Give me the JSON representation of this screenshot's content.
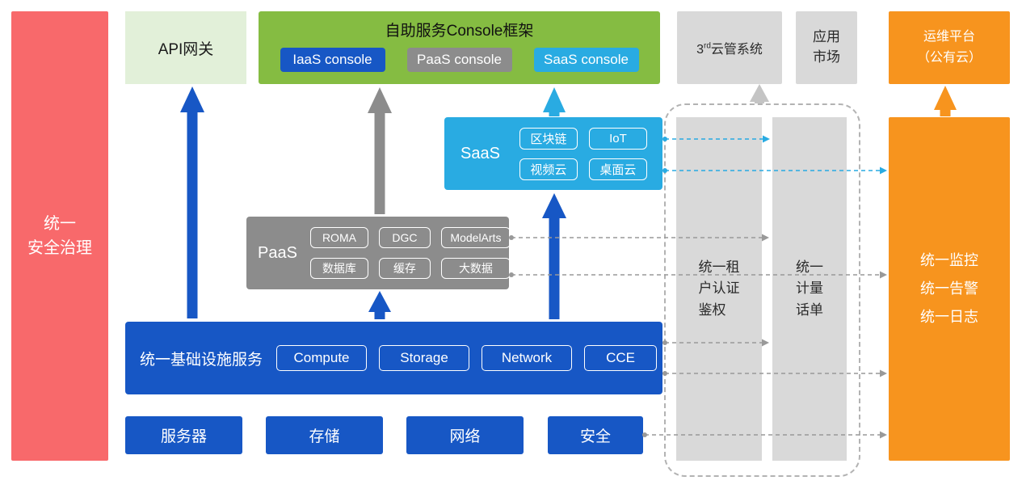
{
  "colors": {
    "red": "#F8696B",
    "light_green": "#E2F0D9",
    "green": "#85BC42",
    "blue": "#1757C5",
    "cyan": "#29ABE2",
    "gray": "#8C8C8C",
    "light_gray": "#D9D9D9",
    "orange": "#F7941E",
    "connector_gray": "#999999"
  },
  "security_governance": {
    "label": "统一\n安全治理"
  },
  "api_gateway": {
    "label": "API网关"
  },
  "console_framework": {
    "title": "自助服务Console框架",
    "consoles": [
      "IaaS console",
      "PaaS console",
      "SaaS console"
    ]
  },
  "cloud_mgmt_system": {
    "prefix": "3",
    "sup": "rd",
    "suffix": "云管系统"
  },
  "app_market": {
    "label": "应用\n市场"
  },
  "om_platform": {
    "label": "运维平台\n（公有云）"
  },
  "saas": {
    "label": "SaaS",
    "services": [
      "区块链",
      "IoT",
      "视频云",
      "桌面云"
    ]
  },
  "paas": {
    "label": "PaaS",
    "services": [
      "ROMA",
      "DGC",
      "ModelArts",
      "数据库",
      "缓存",
      "大数据"
    ]
  },
  "infrastructure": {
    "label": "统一基础设施服务",
    "services": [
      "Compute",
      "Storage",
      "Network",
      "CCE"
    ]
  },
  "hardware": {
    "items": [
      "服务器",
      "存储",
      "网络",
      "安全"
    ]
  },
  "tenant_auth": {
    "label": "统一租\n户认证\n鉴权"
  },
  "metering": {
    "label": "统一\n计量\n话单"
  },
  "monitoring": {
    "label": "统一监控\n统一告警\n统一日志"
  }
}
